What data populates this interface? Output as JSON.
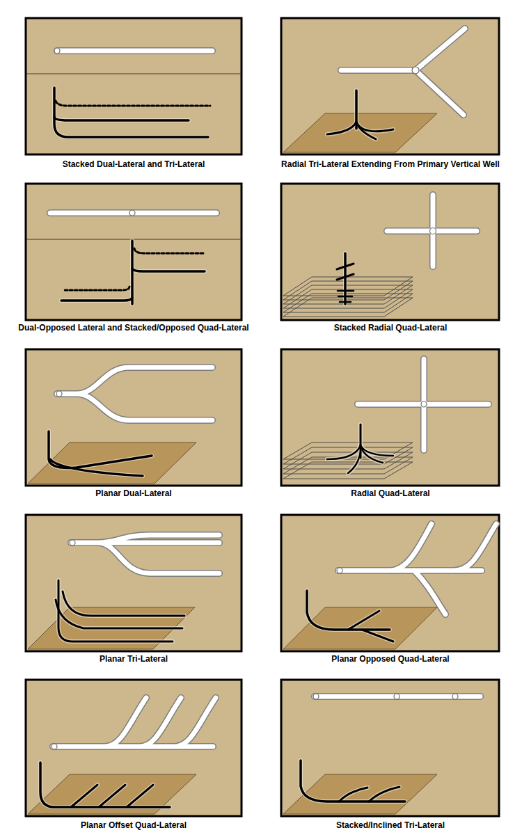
{
  "diagram": {
    "labels": [
      "Stacked Dual-Lateral and Tri-Lateral",
      "Radial Tri-Lateral Extending From Primary Vertical Well",
      "Dual-Opposed Lateral and Stacked/Opposed Quad-Lateral",
      "Stacked Radial Quad-Lateral",
      "Planar Dual-Lateral",
      "Radial Quad-Lateral",
      "Planar Tri-Lateral",
      "Planar Opposed Quad-Lateral",
      "Planar Offset Quad-Lateral",
      "Stacked/Inclined Tri-Lateral"
    ]
  }
}
